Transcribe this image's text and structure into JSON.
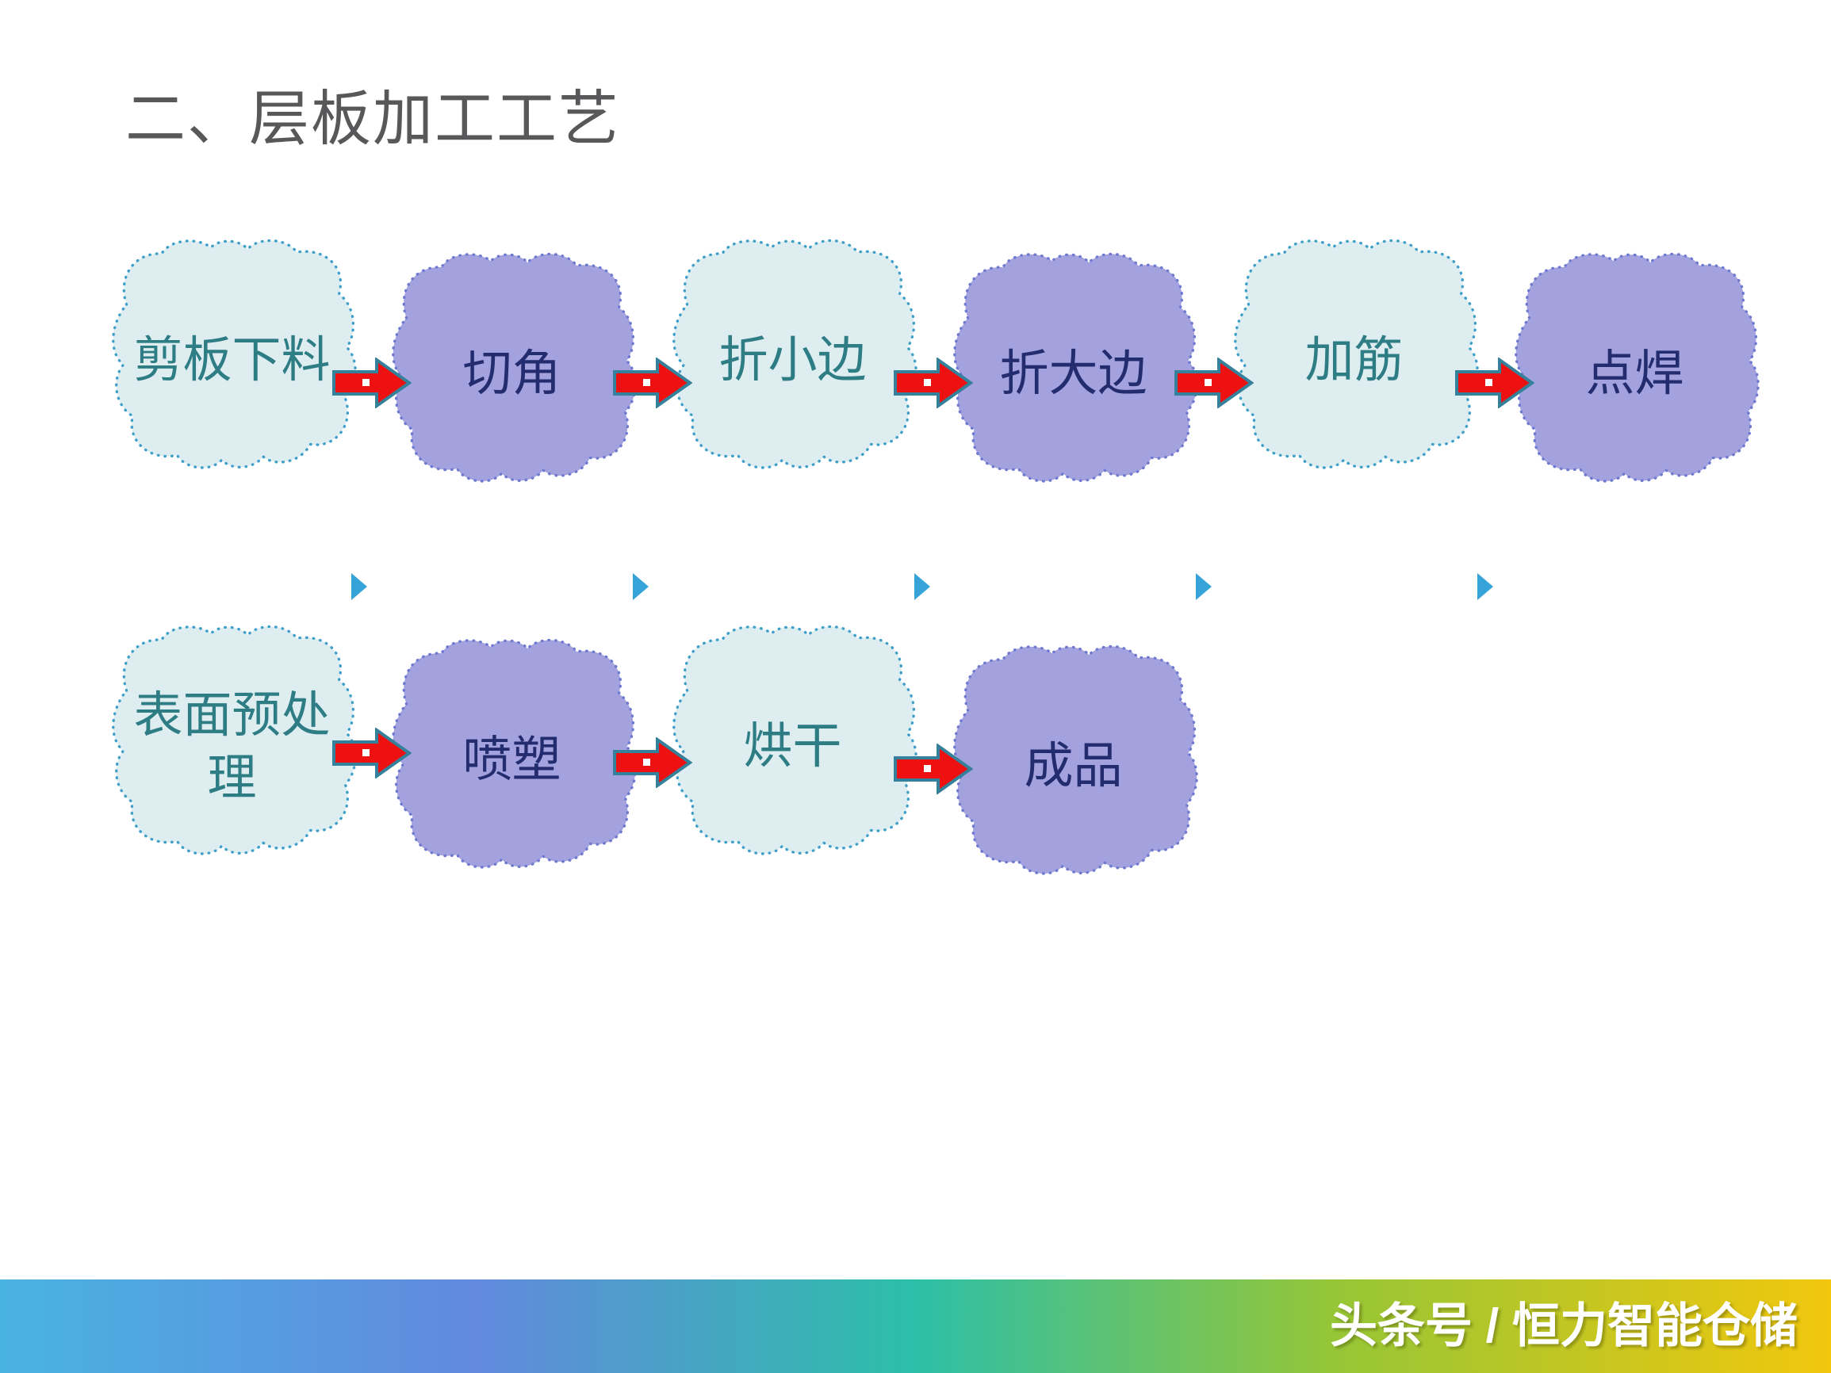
{
  "title": "二、层板加工工艺",
  "flow": {
    "rows": [
      {
        "steps": [
          {
            "label": "剪板下料",
            "variant": "light"
          },
          {
            "label": "切角",
            "variant": "purple"
          },
          {
            "label": "折小边",
            "variant": "light"
          },
          {
            "label": "折大边",
            "variant": "purple"
          },
          {
            "label": "加筋",
            "variant": "light"
          },
          {
            "label": "点焊",
            "variant": "purple"
          }
        ]
      },
      {
        "steps": [
          {
            "label": "表面预处理",
            "variant": "light"
          },
          {
            "label": "喷塑",
            "variant": "purple"
          },
          {
            "label": "烘干",
            "variant": "light"
          },
          {
            "label": "成品",
            "variant": "purple"
          }
        ]
      }
    ],
    "row1_connector_count": 5,
    "row2_connector_count": 3,
    "inter_row_marker_count": 5
  },
  "footer": {
    "text": "头条号 / 恒力智能仓储"
  },
  "colors": {
    "title_text": "#58585a",
    "light_cloud_fill": "#ddedf0",
    "light_cloud_border": "#3f9fc8",
    "light_cloud_text": "#2e7d85",
    "purple_cloud_fill": "#a3a2de",
    "purple_cloud_border": "#6f79cf",
    "purple_cloud_text": "#232c6e",
    "arrow_fill": "#ee1111",
    "arrow_outline": "#35809a",
    "arrow_center_dot": "#ffffff",
    "inter_row_triangle": "#36a4d9",
    "footer_text": "#ffffff",
    "footer_gradient": [
      "#49b3e2",
      "#6289de",
      "#2cbfa8",
      "#96c636",
      "#f2c70d"
    ]
  }
}
